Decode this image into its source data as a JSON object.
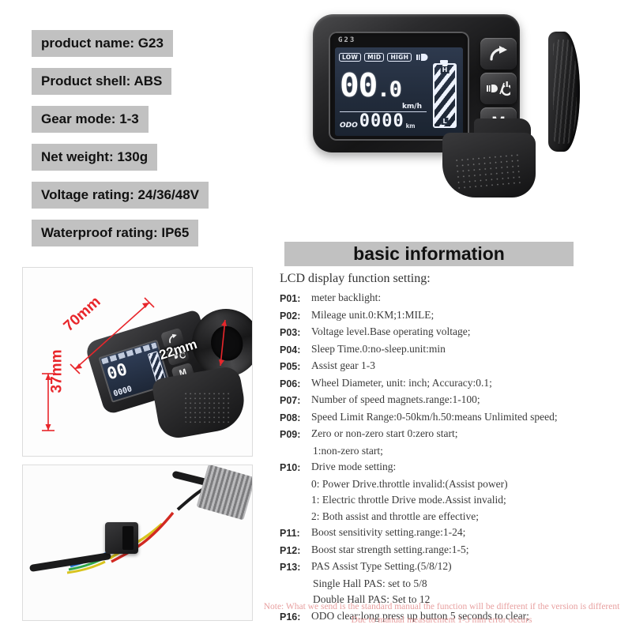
{
  "specs": [
    "product name: G23",
    "Product shell: ABS",
    "Gear mode: 1-3",
    "Net weight: 130g",
    "Voltage rating: 24/36/48V",
    "Waterproof rating: IP65"
  ],
  "device": {
    "brand": "G23",
    "modes": [
      "LOW",
      "MID",
      "HIGH"
    ],
    "speed_value": "00",
    "speed_decimal": ".0",
    "speed_unit": "km/h",
    "odo_label": "ODO",
    "odo_value": "0000",
    "odo_unit": "km",
    "battery_high": "H",
    "battery_low": "L",
    "mode_button_label": "M"
  },
  "dimensions": {
    "length": "70mm",
    "height": "37mm",
    "clamp": "22mm"
  },
  "info": {
    "heading": "basic information",
    "subtitle": "LCD display function setting:",
    "params": [
      {
        "code": "P01:",
        "text": "meter backlight:"
      },
      {
        "code": "P02:",
        "text": "Mileage unit.0:KM;1:MILE;"
      },
      {
        "code": "P03:",
        "text": "Voltage level.Base operating voltage;"
      },
      {
        "code": "P04:",
        "text": "Sleep Time.0:no-sleep.unit:min"
      },
      {
        "code": "P05:",
        "text": "Assist gear 1-3"
      },
      {
        "code": "P06:",
        "text": "Wheel Diameter, unit: inch; Accuracy:0.1;"
      },
      {
        "code": "P07:",
        "text": "Number of speed magnets.range:1-100;"
      },
      {
        "code": "P08:",
        "text": "Speed Limit Range:0-50km/h.50:means Unlimited speed;"
      },
      {
        "code": "P09:",
        "text": "Zero or non-zero start  0:zero start;"
      }
    ],
    "p09_sub": "1:non-zero start;",
    "p10": {
      "code": "P10:",
      "text": "Drive mode setting:"
    },
    "p10_options": [
      "0: Power Drive.throttle invalid:(Assist power)",
      "1: Electric throttle Drive mode.Assist invalid;",
      "2: Both assist and throttle are effective;"
    ],
    "params2": [
      {
        "code": "P11:",
        "text": "Boost sensitivity setting.range:1-24;"
      },
      {
        "code": "P12:",
        "text": "Boost star strength setting.range:1-5;"
      },
      {
        "code": "P13:",
        "text": "PAS Assist Type Setting.(5/8/12)"
      }
    ],
    "p13_subs": [
      "Single Hall PAS: set to 5/8",
      "Double Hall PAS: Set to 12"
    ],
    "p16": {
      "code": "P16:",
      "text": "ODO clear:long press up button 5 seconds to clear;"
    },
    "note_line1": "Note: What we send is the standard manual the function will be different if the version is different",
    "note_line2": "Due to manual measurement   1-3 mm error occurs"
  },
  "colors": {
    "bar_gray": "#c1c1c1",
    "note_red": "#e8a0a0",
    "dimension_red": "#e8262b"
  }
}
